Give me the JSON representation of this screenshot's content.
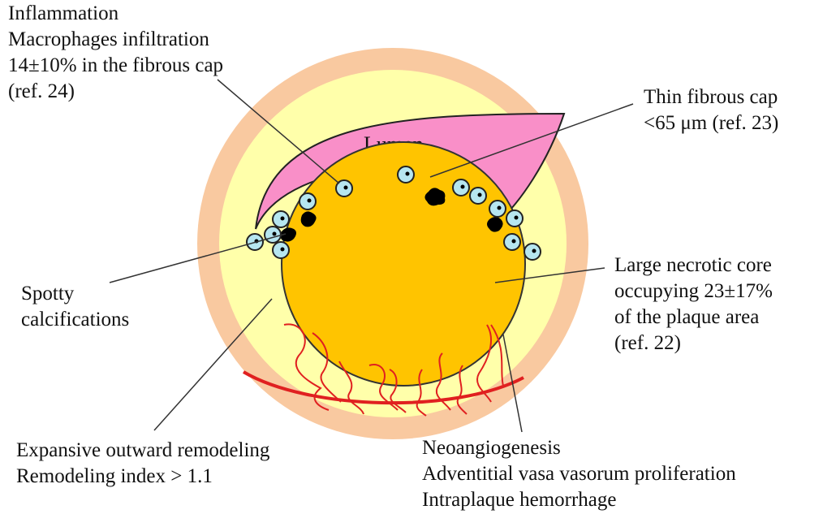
{
  "diagram": {
    "lumen_label": "Lumen",
    "colors": {
      "adventitia": "#f9c9a0",
      "media": "#ffffaa",
      "necrotic_core": "#ffc400",
      "lumen": "#f98fc8",
      "vasa_vasorum": "#e02020",
      "macrophage": "#b6e6f0",
      "calcification": "#000000",
      "leader_line": "#333333"
    }
  },
  "labels": {
    "inflammation": [
      "Inflammation",
      "Macrophages infiltration",
      "14±10% in the fibrous cap",
      "(ref. 24)"
    ],
    "thin_cap": [
      "Thin fibrous cap",
      "<65 μm (ref. 23)"
    ],
    "spotty": [
      "Spotty",
      "calcifications"
    ],
    "necrotic": [
      "Large necrotic core",
      "occupying 23±17%",
      "of the plaque area",
      "(ref. 22)"
    ],
    "expansive": [
      "Expansive outward remodeling",
      "Remodeling index > 1.1"
    ],
    "neo": [
      "Neoangiogenesis",
      "Adventitial vasa vasorum proliferation",
      "Intraplaque hemorrhage"
    ]
  }
}
